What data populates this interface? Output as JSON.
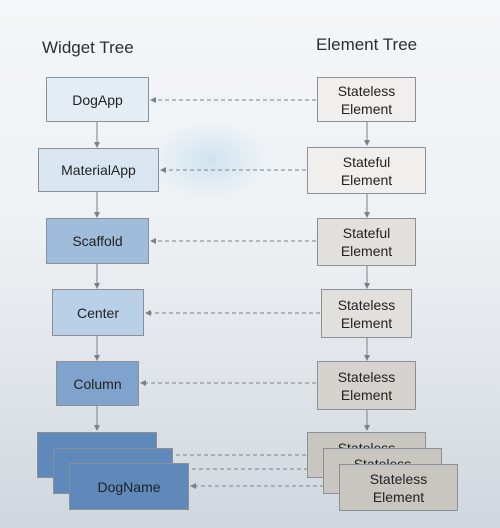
{
  "headings": {
    "widget_tree": "Widget Tree",
    "element_tree": "Element Tree"
  },
  "widgets": [
    {
      "label": "DogApp"
    },
    {
      "label": "MaterialApp"
    },
    {
      "label": "Scaffold"
    },
    {
      "label": "Center"
    },
    {
      "label": "Column"
    },
    {
      "label": ""
    },
    {
      "label": ""
    },
    {
      "label": "DogName"
    }
  ],
  "elements": [
    {
      "label": "Stateless\nElement"
    },
    {
      "label": "Stateful\nElement"
    },
    {
      "label": "Stateful\nElement"
    },
    {
      "label": "Stateless\nElement"
    },
    {
      "label": "Stateless\nElement"
    },
    {
      "label": "Stateless"
    },
    {
      "label": "Stateless"
    },
    {
      "label": "Stateless\nElement"
    }
  ],
  "colors": {
    "arrow": "#7a8088",
    "border": "#8a9096"
  }
}
